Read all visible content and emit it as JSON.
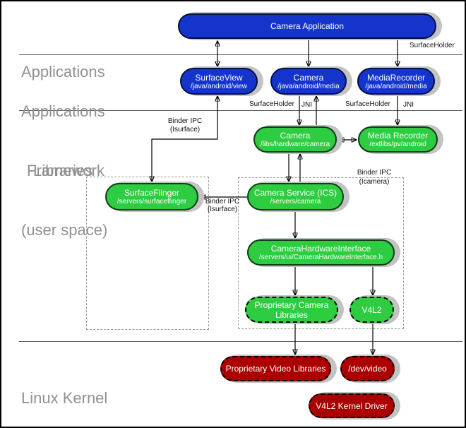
{
  "layers": {
    "applications": "Applications",
    "framework_line1": "Applications",
    "framework_line2": "Framework",
    "libraries_line1": "Libraries",
    "libraries_line2": "(user space)",
    "kernel": "Linux Kernel"
  },
  "nodes": {
    "camera_application": {
      "title": "Camera Application"
    },
    "surface_view": {
      "title": "SurfaceView",
      "path": "/java/android/view"
    },
    "camera_framework": {
      "title": "Camera",
      "path": "/java/android/media"
    },
    "media_recorder_framework": {
      "title": "MediaRecorder",
      "path": "/java/android/media"
    },
    "camera_library": {
      "title": "Camera",
      "path": "/libs/hardware/camera"
    },
    "media_recorder_library": {
      "title": "Media Recorder",
      "path": "/extlibs/pv/android"
    },
    "surface_flinger": {
      "title": "SurfaceFlinger",
      "path": "/servers/surfaceflinger"
    },
    "camera_service": {
      "title": "Camera Service (ICS)",
      "path": "/servers/camera"
    },
    "camera_hardware_interface": {
      "title": "CameraHardwareInterface",
      "path": "/servers/ui/CameraHardwareInterface.h"
    },
    "proprietary_camera_libraries": {
      "title": "Proprietary Camera Libraries"
    },
    "v4l2": {
      "title": "V4L2"
    },
    "proprietary_video_libraries": {
      "title": "Proprietary Video Libraries"
    },
    "dev_video": {
      "title": "/dev/video"
    },
    "v4l2_kernel_driver": {
      "title": "V4L2 Kernel Driver"
    }
  },
  "edge_labels": {
    "surface_holder_top": "SurfaceHolder",
    "surface_holder_camera": "SurfaceHolder",
    "jni_camera": "JNI",
    "surface_holder_media": "SurfaceHolder",
    "jni_media": "JNI",
    "binder_ipc_surfaceview_line1": "Binder IPC",
    "binder_ipc_surfaceview_line2": "(Isurface)",
    "binder_ipc_flinger_line1": "Binder IPC",
    "binder_ipc_flinger_line2": "(Isurface)",
    "binder_ipc_icamera_line1": "Binder IPC",
    "binder_ipc_icamera_line2": "(Icamera)"
  },
  "colors": {
    "framework_blue": "#1434cc",
    "library_green": "#2ecc40",
    "kernel_red": "#aa0000",
    "layer_label_gray": "#919191",
    "shadow_gray": "#c3c3c3"
  }
}
